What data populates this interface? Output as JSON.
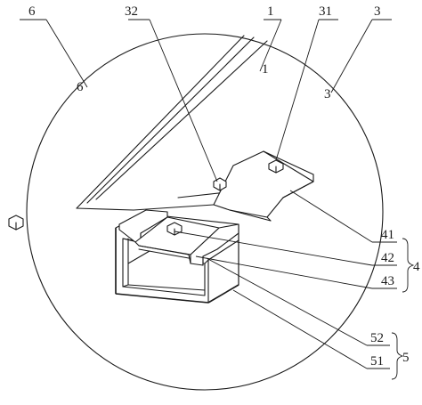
{
  "labels": {
    "l6": "6",
    "l32": "32",
    "l1": "1",
    "l31": "31",
    "l3": "3",
    "l6b": "6",
    "l1b": "1",
    "l3b": "3",
    "l41": "41",
    "l42": "42",
    "l43": "43",
    "l4": "4",
    "l52": "52",
    "l51": "51",
    "l5": "5"
  }
}
